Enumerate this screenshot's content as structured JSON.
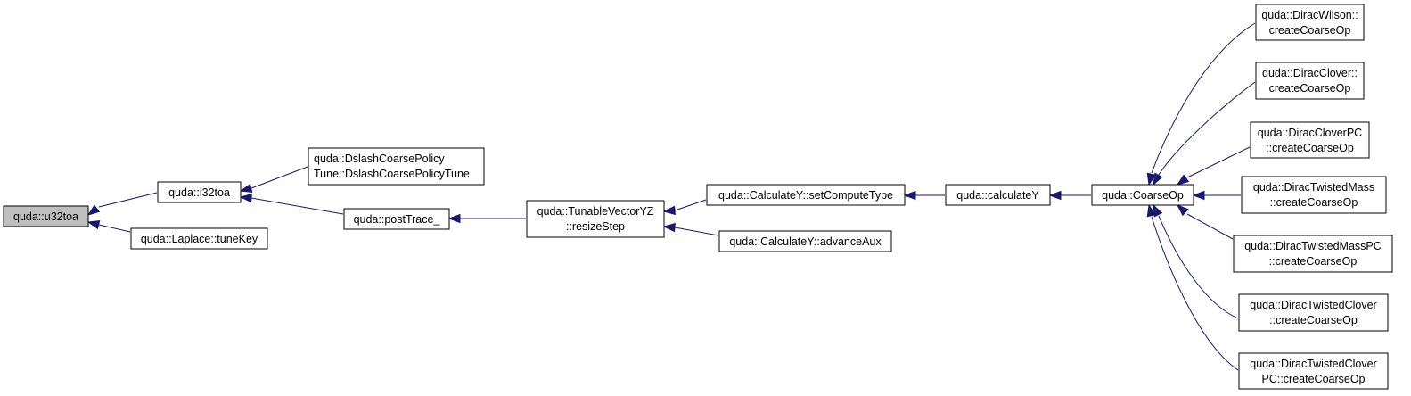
{
  "colors": {
    "edge": "#191970",
    "current_node_fill": "#bfbfbf",
    "node_fill": "#ffffff"
  },
  "nodes": {
    "u32toa": [
      "quda::u32toa"
    ],
    "i32toa": [
      "quda::i32toa"
    ],
    "laplace_tunekey": [
      "quda::Laplace::tuneKey"
    ],
    "dslash_policy_tune": [
      "quda::DslashCoarsePolicy",
      "Tune::DslashCoarsePolicyTune"
    ],
    "posttrace": [
      "quda::postTrace_"
    ],
    "resizestep": [
      "quda::TunableVectorYZ",
      "::resizeStep"
    ],
    "setcomputetype": [
      "quda::CalculateY::setComputeType"
    ],
    "advanceaux": [
      "quda::CalculateY::advanceAux"
    ],
    "calculatey": [
      "quda::calculateY"
    ],
    "coarseop": [
      "quda::CoarseOp"
    ],
    "diracwilson": [
      "quda::DiracWilson::",
      "createCoarseOp"
    ],
    "diracclover": [
      "quda::DiracClover::",
      "createCoarseOp"
    ],
    "diraccloverpc": [
      "quda::DiracCloverPC",
      "::createCoarseOp"
    ],
    "dirachtwistedmass": [
      "quda::DiracTwistedMass",
      "::createCoarseOp"
    ],
    "dirachtwistedmasspc": [
      "quda::DiracTwistedMassPC",
      "::createCoarseOp"
    ],
    "dirachtwistedclover": [
      "quda::DiracTwistedClover",
      "::createCoarseOp"
    ],
    "dirachtwistedcloverpc": [
      "quda::DiracTwistedClover",
      "PC::createCoarseOp"
    ]
  },
  "edges": [
    [
      "i32toa",
      "u32toa"
    ],
    [
      "laplace_tunekey",
      "u32toa"
    ],
    [
      "dslash_policy_tune",
      "i32toa"
    ],
    [
      "posttrace",
      "i32toa"
    ],
    [
      "resizestep",
      "posttrace"
    ],
    [
      "setcomputetype",
      "resizestep"
    ],
    [
      "advanceaux",
      "resizestep"
    ],
    [
      "calculatey",
      "setcomputetype"
    ],
    [
      "coarseop",
      "calculatey"
    ],
    [
      "diracwilson",
      "coarseop"
    ],
    [
      "diracclover",
      "coarseop"
    ],
    [
      "diraccloverpc",
      "coarseop"
    ],
    [
      "dirachtwistedmass",
      "coarseop"
    ],
    [
      "dirachtwistedmasspc",
      "coarseop"
    ],
    [
      "dirachtwistedclover",
      "coarseop"
    ],
    [
      "dirachtwistedcloverpc",
      "coarseop"
    ]
  ]
}
